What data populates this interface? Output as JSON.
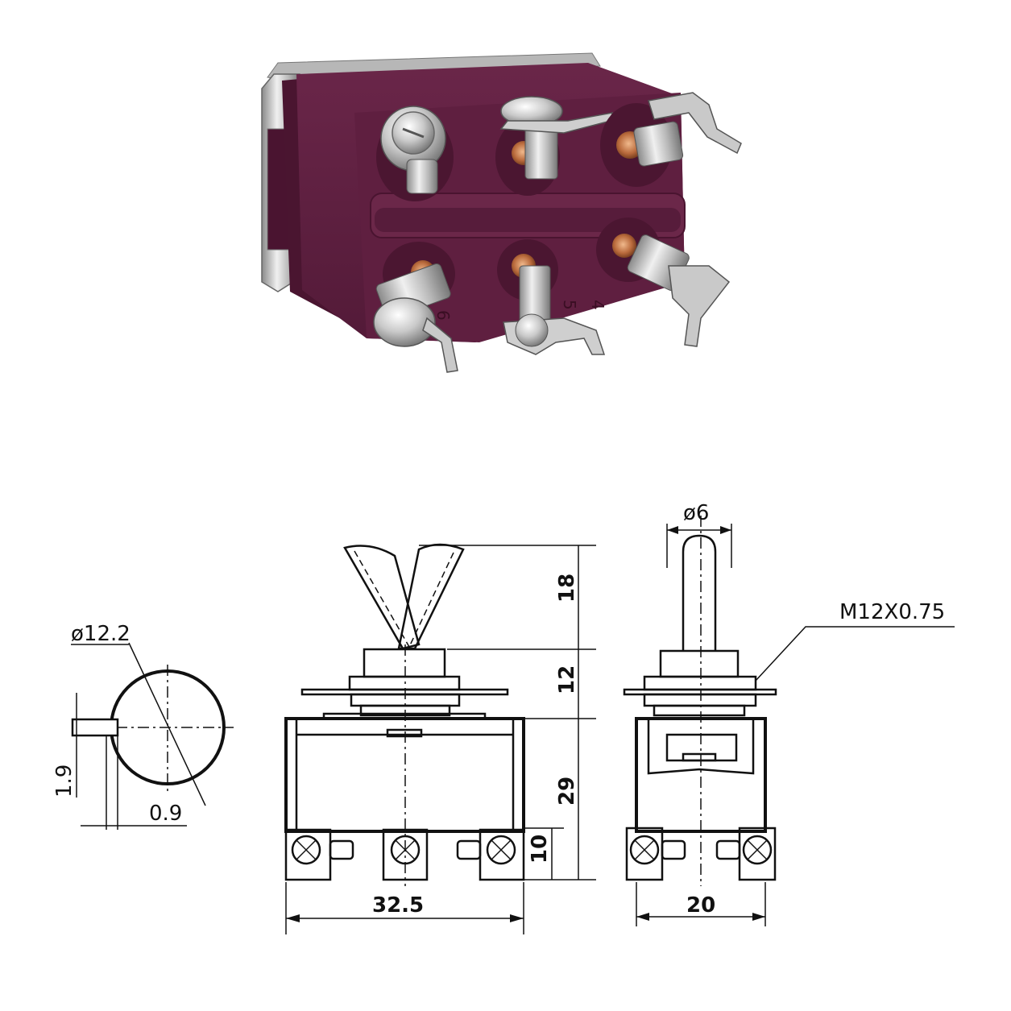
{
  "product": {
    "terminal_labels": [
      "4",
      "5",
      "6"
    ],
    "colors": {
      "body": "#5c1f3f",
      "body_dark": "#3e1029",
      "metal": "#c8c8c8",
      "copper": "#b96a3c"
    }
  },
  "drawing": {
    "side_profile": {
      "diameter_label": "ø12.2",
      "key_height_label": "1.9",
      "key_depth_label": "0.9"
    },
    "front_view": {
      "lever_height_label": "18",
      "bushing_height_label": "12",
      "body_height_label": "29",
      "terminal_height_label": "10",
      "width_label": "32.5"
    },
    "side_view": {
      "lever_diameter_label": "ø6",
      "thread_label": "M12X0.75",
      "width_label": "20"
    }
  }
}
